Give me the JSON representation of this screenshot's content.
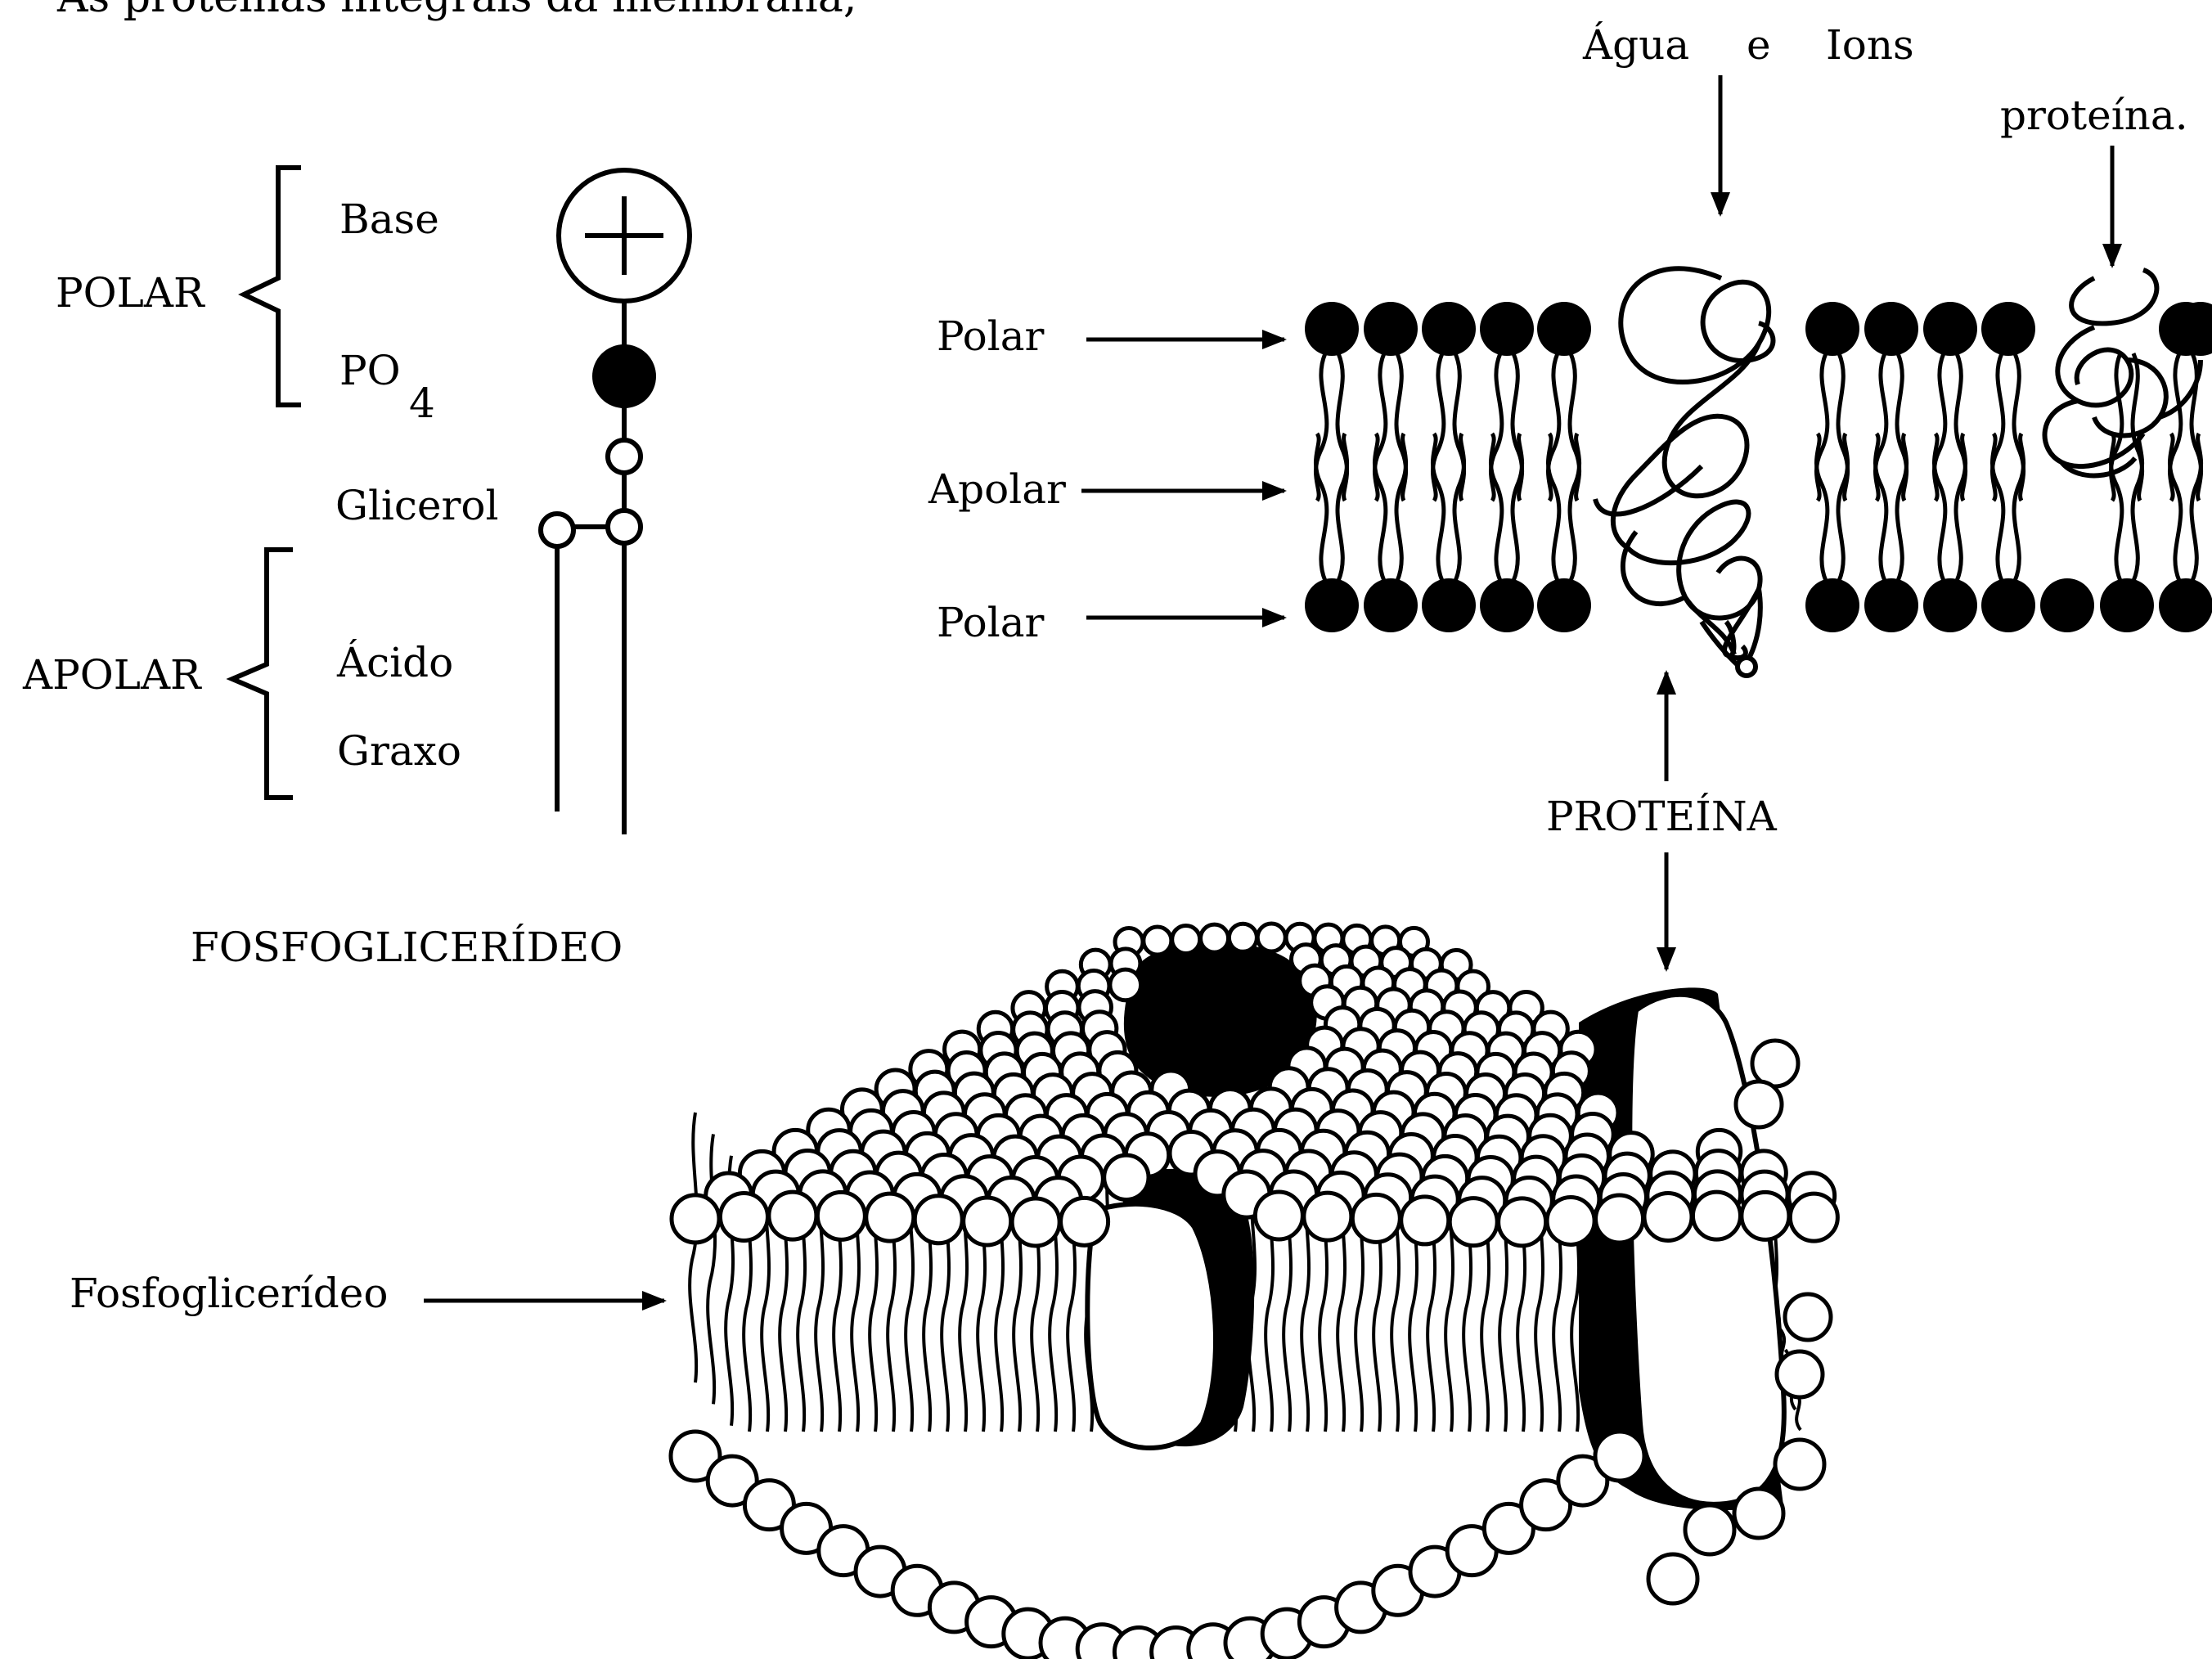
{
  "top_caption": "As proteínas integrais da membrana;",
  "phospholipid": {
    "polar": "POLAR",
    "apolar": "APOLAR",
    "base": "Base",
    "po4_main": "PO",
    "po4_sub": "4",
    "glicerol": "Glicerol",
    "acido": "Ácido",
    "graxo": "Graxo",
    "title": "FOSFOGLICERÍDEO",
    "plus_icon": "plus-sign"
  },
  "bilayer": {
    "polar_top": "Polar",
    "apolar": "Apolar",
    "polar_bottom": "Polar",
    "agua": "Água",
    "e": "e",
    "ions": "Ions",
    "proteina_small": "proteína.",
    "proteina_caps": "PROTEÍNA"
  },
  "membrane3d": {
    "fosfoglicerideo": "Fosfoglicerídeo"
  },
  "colors": {
    "ink": "#000000",
    "paper": "#ffffff"
  }
}
